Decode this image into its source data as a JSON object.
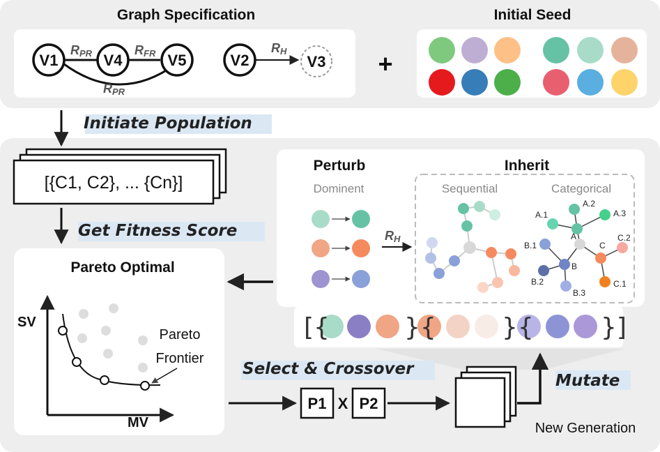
{
  "colors": {
    "panel": "#eeeeef",
    "seed": [
      "#7fc97f",
      "#beaed4",
      "#fdc086",
      "#66c2a5",
      "#a8dcc8",
      "#e5b39c",
      "#e41a1c",
      "#377eb8",
      "#4daf4a",
      "#e86070",
      "#5aaee0",
      "#fdd36a"
    ],
    "perturb_left": [
      "#a8dcc8",
      "#f0a584",
      "#9d94d0"
    ],
    "perturb_right": [
      "#66c2a5",
      "#f58a5e",
      "#8aa0d8"
    ]
  },
  "graph_spec": {
    "title": "Graph Specification",
    "nodes": [
      "V1",
      "V4",
      "V5",
      "V2",
      "V3"
    ],
    "relations": {
      "r_pr_top": "R",
      "r_pr_top_sub": "PR",
      "r_fr": "R",
      "r_fr_sub": "FR",
      "r_pr_bottom": "R",
      "r_pr_bottom_sub": "PR",
      "r_h": "R",
      "r_h_sub": "H"
    }
  },
  "plus": "+",
  "initial_seed": {
    "title": "Initial Seed"
  },
  "steps": {
    "initiate": "Initiate Population",
    "fitness": "Get Fitness Score",
    "select": "Select & Crossover",
    "mutate": "Mutate"
  },
  "population_text": "[{C1, C2}, ... {Cn}]",
  "pareto": {
    "title": "Pareto Optimal",
    "y_axis": "SV",
    "x_axis": "MV",
    "frontier_label_1": "Pareto",
    "frontier_label_2": "Frontier"
  },
  "inherit_panel": {
    "perturb_title": "Perturb",
    "perturb_sub": "Dominent",
    "inherit_title": "Inherit",
    "sequential": "Sequential",
    "categorical": "Categorical",
    "rh": "R",
    "rh_sub": "H",
    "cat_labels": {
      "A": "A",
      "A1": "A.1",
      "A2": "A.2",
      "A3": "A.3",
      "B": "B",
      "B1": "B.1",
      "B2": "B.2",
      "B3": "B.3",
      "C": "C",
      "C1": "C.1",
      "C2": "C.2"
    }
  },
  "crossover": {
    "p1": "P1",
    "x": "X",
    "p2": "P2"
  },
  "new_generation": "New Generation"
}
